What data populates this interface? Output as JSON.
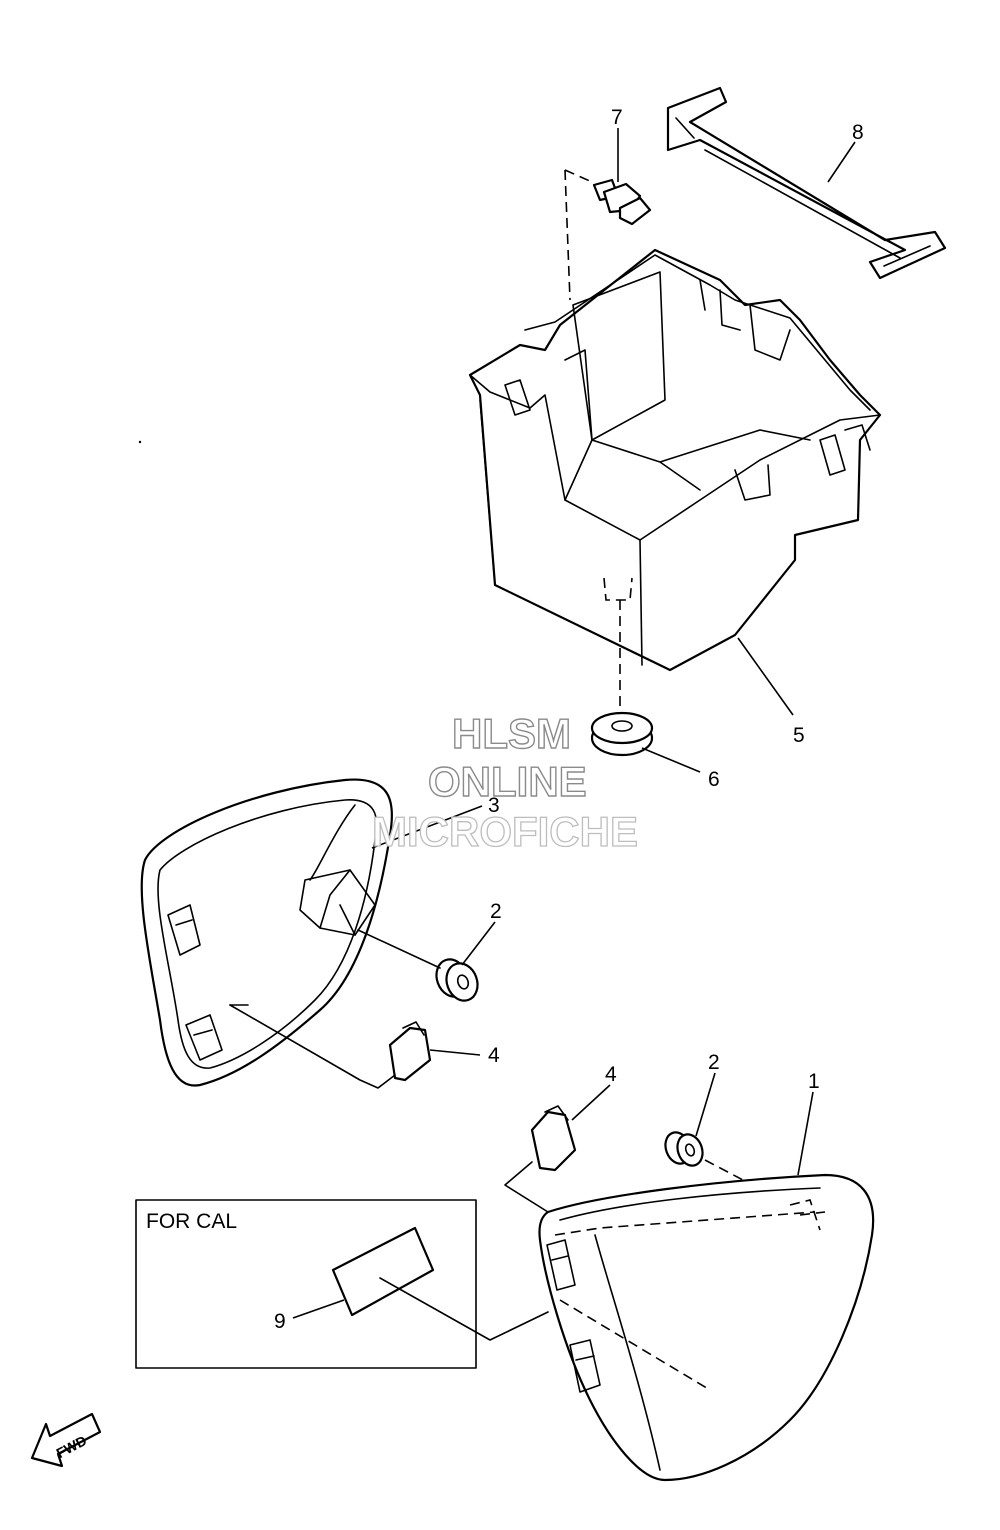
{
  "callouts": {
    "c1": "1",
    "c2a": "2",
    "c2b": "2",
    "c3": "3",
    "c4a": "4",
    "c4b": "4",
    "c5": "5",
    "c6": "6",
    "c7": "7",
    "c8": "8",
    "c9": "9"
  },
  "inset": {
    "label": "FOR CAL"
  },
  "direction": {
    "label": "FWD"
  },
  "watermark": {
    "line1": "HLSM",
    "line2": "ONLINE",
    "line3": "MICROFICHE"
  }
}
